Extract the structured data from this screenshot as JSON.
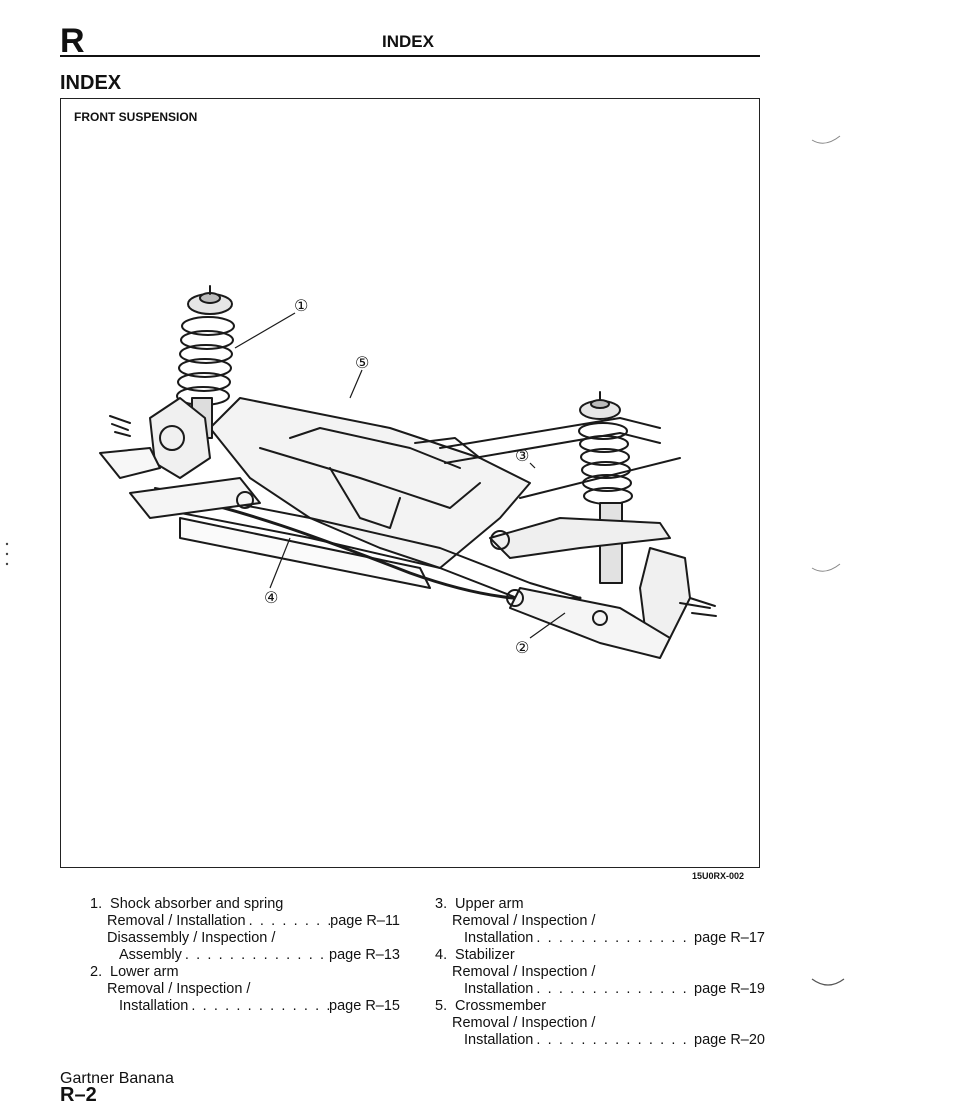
{
  "header": {
    "section_letter": "R",
    "title": "INDEX"
  },
  "page_heading": "INDEX",
  "figure": {
    "title": "FRONT SUSPENSION",
    "code": "15U0RX-002",
    "callouts": [
      "①",
      "②",
      "③",
      "④",
      "⑤"
    ]
  },
  "index_left": [
    {
      "number": "1.",
      "title": "Shock absorber and spring",
      "lines": [
        {
          "text": "Removal / Installation",
          "page": "page R–11",
          "indent": 1
        },
        {
          "text": "Disassembly / Inspection /",
          "page": "",
          "indent": 1
        },
        {
          "text": "Assembly",
          "page": "page R–13",
          "indent": 2
        }
      ]
    },
    {
      "number": "2.",
      "title": "Lower arm",
      "lines": [
        {
          "text": "Removal / Inspection /",
          "page": "",
          "indent": 1
        },
        {
          "text": "Installation",
          "page": "page R–15",
          "indent": 2
        }
      ]
    }
  ],
  "index_right": [
    {
      "number": "3.",
      "title": "Upper arm",
      "lines": [
        {
          "text": "Removal / Inspection /",
          "page": "",
          "indent": 1
        },
        {
          "text": "Installation",
          "page": "page R–17",
          "indent": 2
        }
      ]
    },
    {
      "number": "4.",
      "title": "Stabilizer",
      "lines": [
        {
          "text": "Removal / Inspection /",
          "page": "",
          "indent": 1
        },
        {
          "text": "Installation",
          "page": "page R–19",
          "indent": 2
        }
      ]
    },
    {
      "number": "5.",
      "title": "Crossmember",
      "lines": [
        {
          "text": "Removal / Inspection /",
          "page": "",
          "indent": 1
        },
        {
          "text": "Installation",
          "page": "page R–20",
          "indent": 2
        }
      ]
    }
  ],
  "footer": {
    "brand": "Gartner Banana",
    "page_number": "R–2"
  }
}
